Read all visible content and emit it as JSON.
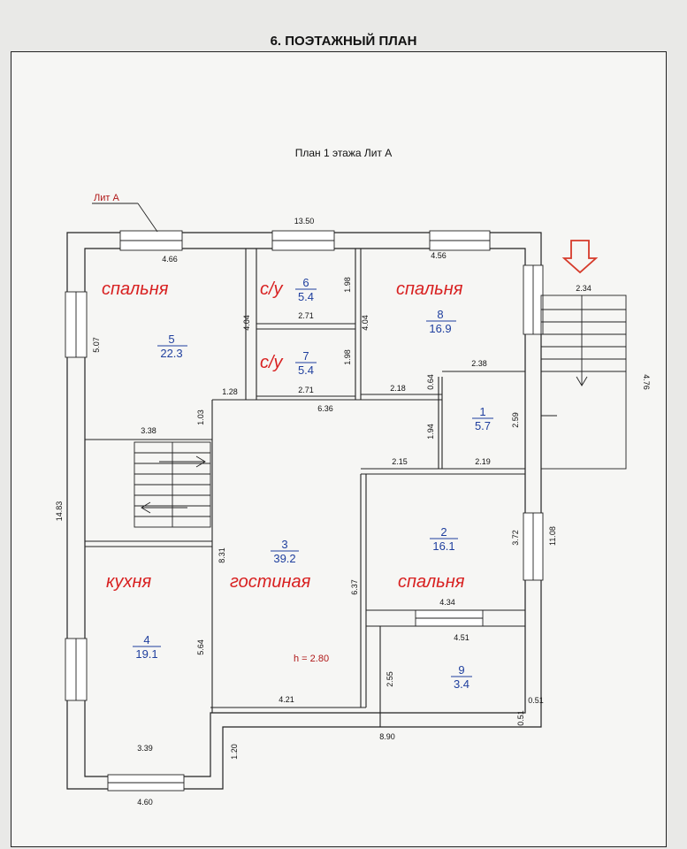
{
  "page_title": "6. ПОЭТАЖНЫЙ ПЛАН",
  "plan_title": "План 1 этажа Лит А",
  "lit_label": "Лит А",
  "height_label": "h = 2.80",
  "rooms": [
    {
      "name": "спальня",
      "number": "5",
      "area": "22.3"
    },
    {
      "name": "с/у",
      "number": "6",
      "area": "5.4"
    },
    {
      "name": "с/у",
      "number": "7",
      "area": "5.4"
    },
    {
      "name": "спальня",
      "number": "8",
      "area": "16.9"
    },
    {
      "name": "",
      "number": "1",
      "area": "5.7"
    },
    {
      "name": "спальня",
      "number": "2",
      "area": "16.1"
    },
    {
      "name": "гостиная",
      "number": "3",
      "area": "39.2"
    },
    {
      "name": "кухня",
      "number": "4",
      "area": "19.1"
    },
    {
      "name": "",
      "number": "9",
      "area": "3.4"
    }
  ],
  "dimensions": [
    "13.50",
    "4.66",
    "4.56",
    "2.34",
    "5.07",
    "4.04",
    "2.71",
    "1.98",
    "4.04",
    "2.71",
    "1.98",
    "2.38",
    "1.28",
    "6.36",
    "2.18",
    "0.64",
    "1.03",
    "4.76",
    "2.59",
    "1.94",
    "3.38",
    "2.15",
    "2.19",
    "14.83",
    "11.08",
    "3.72",
    "8.31",
    "6.37",
    "4.34",
    "4.51",
    "5.64",
    "2.55",
    "0.51",
    "0.51",
    "4.21",
    "8.90",
    "1.20",
    "3.39",
    "4.60"
  ]
}
